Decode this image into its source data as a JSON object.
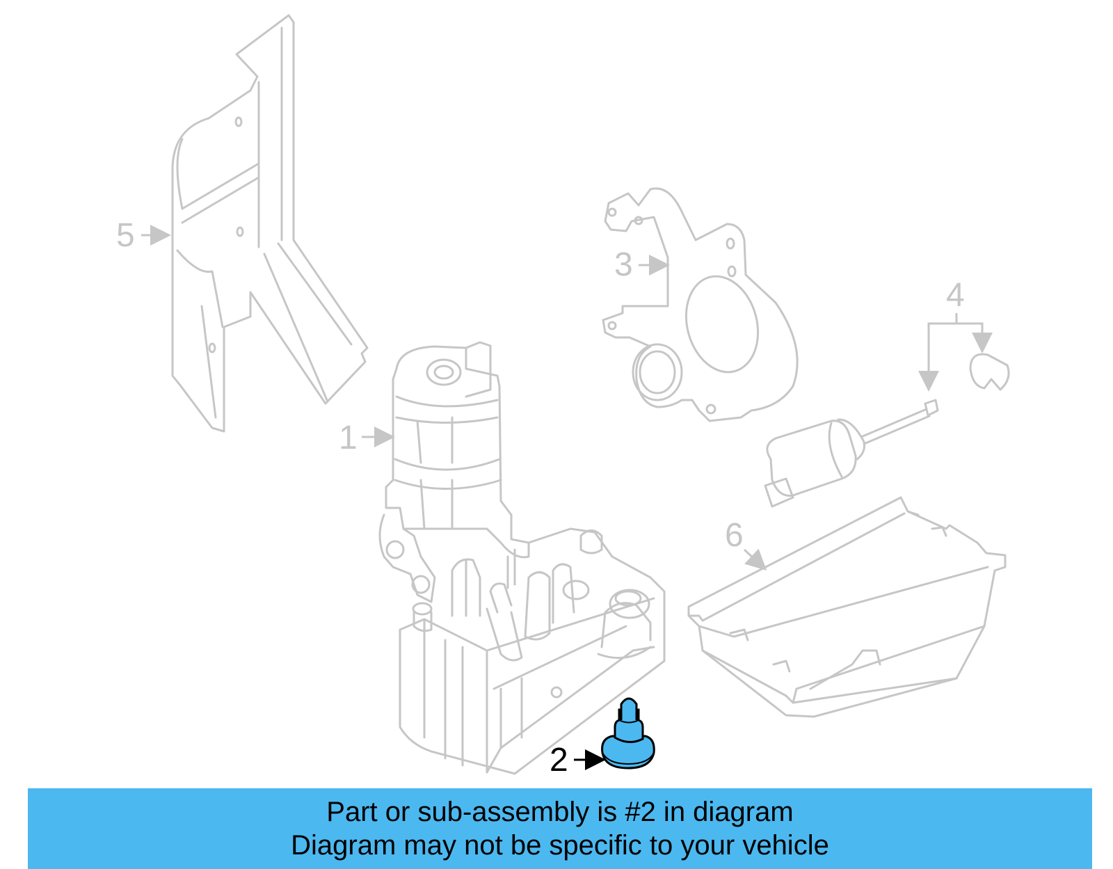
{
  "callouts": {
    "part1": "1",
    "part2": "2",
    "part3": "3",
    "part4": "4",
    "part5": "5",
    "part6": "6"
  },
  "banner": {
    "line1": "Part or sub-assembly is #2 in diagram",
    "line2": "Diagram may not be specific to your vehicle"
  },
  "colors": {
    "highlight": "#4cb8f0",
    "banner_bg": "#4cb8f0",
    "part_outline": "#c6c6c6"
  }
}
